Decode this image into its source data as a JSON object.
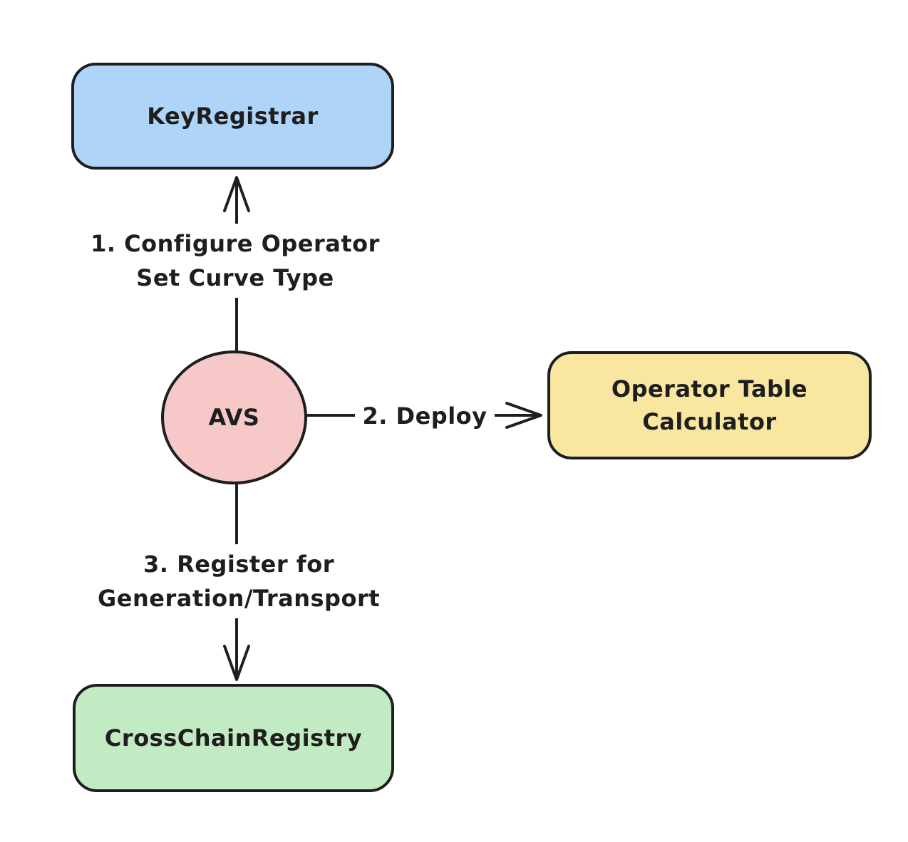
{
  "colors": {
    "stroke": "#1e1e1e",
    "background": "#ffffff",
    "node_blue": "#aed5f8",
    "node_pink": "#f6c8c8",
    "node_yellow": "#f9e7a1",
    "node_green": "#c3ebc3"
  },
  "nodes": {
    "key_registrar": {
      "label": "KeyRegistrar",
      "shape": "rounded-rect",
      "fill": "#aed5f8"
    },
    "avs": {
      "label": "AVS",
      "shape": "ellipse",
      "fill": "#f6c8c8"
    },
    "operator_table_calculator": {
      "lines": [
        "Operator Table",
        "Calculator"
      ],
      "shape": "rounded-rect",
      "fill": "#f9e7a1"
    },
    "cross_chain_registry": {
      "label": "CrossChainRegistry",
      "shape": "rounded-rect",
      "fill": "#c3ebc3"
    }
  },
  "edges": {
    "configure": {
      "from": "AVS",
      "to": "KeyRegistrar",
      "direction": "up",
      "lines": [
        "1. Configure Operator",
        "Set Curve Type"
      ]
    },
    "deploy": {
      "from": "AVS",
      "to": "Operator Table Calculator",
      "direction": "right",
      "lines": [
        "2. Deploy"
      ]
    },
    "register": {
      "from": "AVS",
      "to": "CrossChainRegistry",
      "direction": "down",
      "lines": [
        "3. Register for",
        "Generation/Transport"
      ]
    }
  }
}
